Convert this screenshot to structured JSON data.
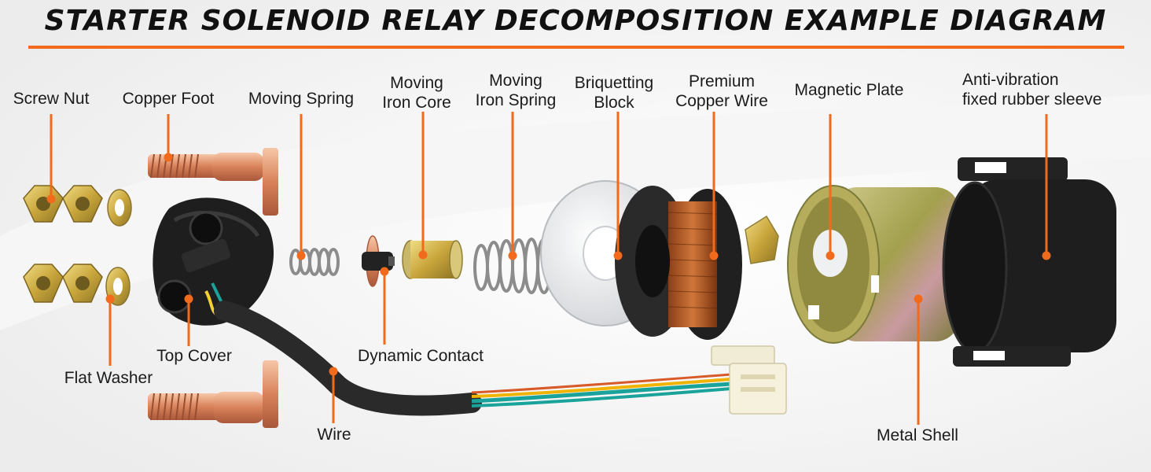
{
  "title": "STARTER SOLENOID RELAY DECOMPOSITION EXAMPLE DIAGRAM",
  "colors": {
    "accent": "#f26a1b",
    "brass": "#c9a63c",
    "copper": "#d9825a",
    "rubber": "#1e1e1e",
    "metal_shell": "#a3a04e",
    "text": "#1b1b1b"
  },
  "labels": {
    "screw_nut": "Screw Nut",
    "copper_foot": "Copper Foot",
    "moving_spring": "Moving Spring",
    "moving_iron_core": [
      "Moving",
      "Iron Core"
    ],
    "moving_iron_spring": [
      "Moving",
      "Iron Spring"
    ],
    "briquetting_block": [
      "Briquetting",
      "Block"
    ],
    "premium_copper_wire": [
      "Premium",
      "Copper Wire"
    ],
    "magnetic_plate": "Magnetic Plate",
    "anti_vibration_sleeve": [
      "Anti-vibration",
      "fixed rubber sleeve"
    ],
    "top_cover": "Top Cover",
    "flat_washer": "Flat Washer",
    "dynamic_contact": "Dynamic Contact",
    "wire": "Wire",
    "metal_shell": "Metal Shell"
  }
}
